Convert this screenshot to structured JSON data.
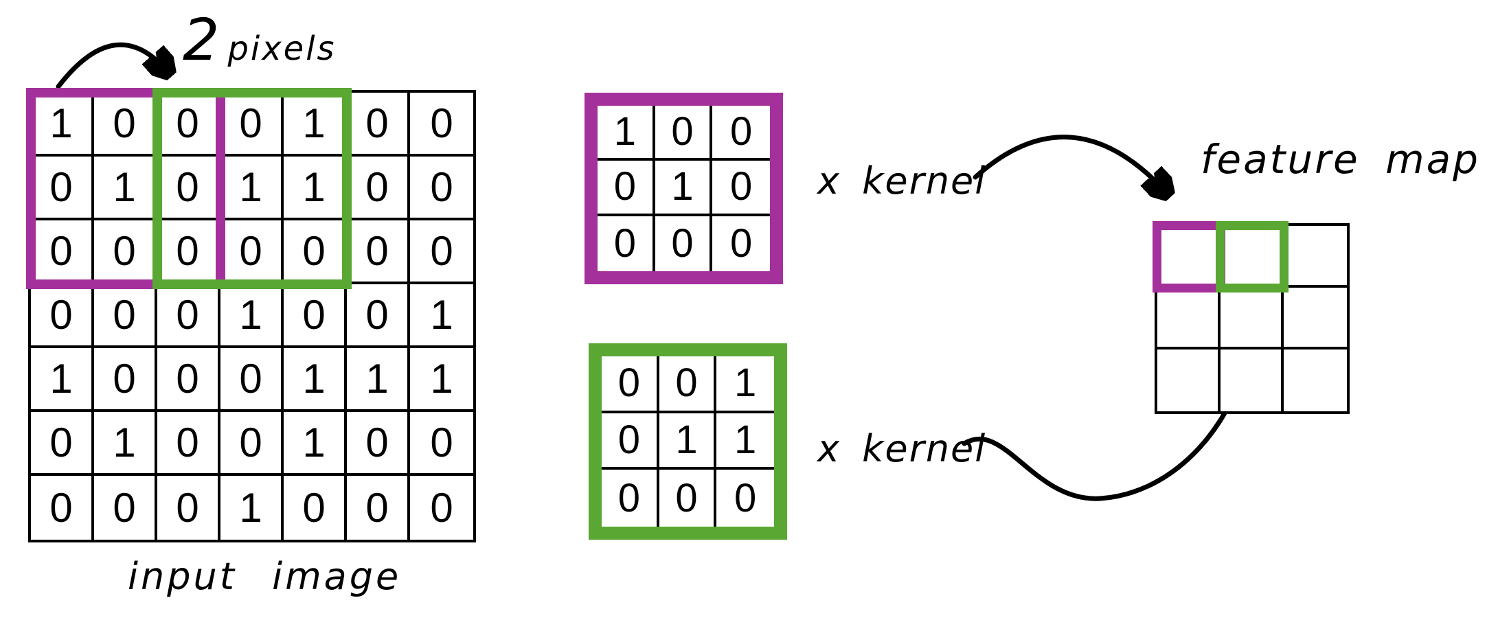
{
  "diagram": {
    "stride": {
      "number": "2",
      "unit": "pixels"
    },
    "input_image": {
      "label": "input image",
      "grid": [
        [
          1,
          0,
          0,
          0,
          1,
          0,
          0
        ],
        [
          0,
          1,
          0,
          1,
          1,
          0,
          0
        ],
        [
          0,
          0,
          0,
          0,
          0,
          0,
          0
        ],
        [
          0,
          0,
          0,
          1,
          0,
          0,
          1
        ],
        [
          1,
          0,
          0,
          0,
          1,
          1,
          1
        ],
        [
          0,
          1,
          0,
          0,
          1,
          0,
          0
        ],
        [
          0,
          0,
          0,
          1,
          0,
          0,
          0
        ]
      ]
    },
    "kernels": [
      {
        "label": "x kernel",
        "color": "#A3309B",
        "grid": [
          [
            1,
            0,
            0
          ],
          [
            0,
            1,
            0
          ],
          [
            0,
            0,
            0
          ]
        ]
      },
      {
        "label": "x kernel",
        "color": "#5AA733",
        "grid": [
          [
            0,
            0,
            1
          ],
          [
            0,
            1,
            1
          ],
          [
            0,
            0,
            0
          ]
        ]
      }
    ],
    "feature_map": {
      "label": "feature map",
      "rows": 3,
      "cols": 3
    },
    "colors": {
      "magenta": "#A3309B",
      "green": "#5AA733",
      "ink": "#000000"
    }
  }
}
